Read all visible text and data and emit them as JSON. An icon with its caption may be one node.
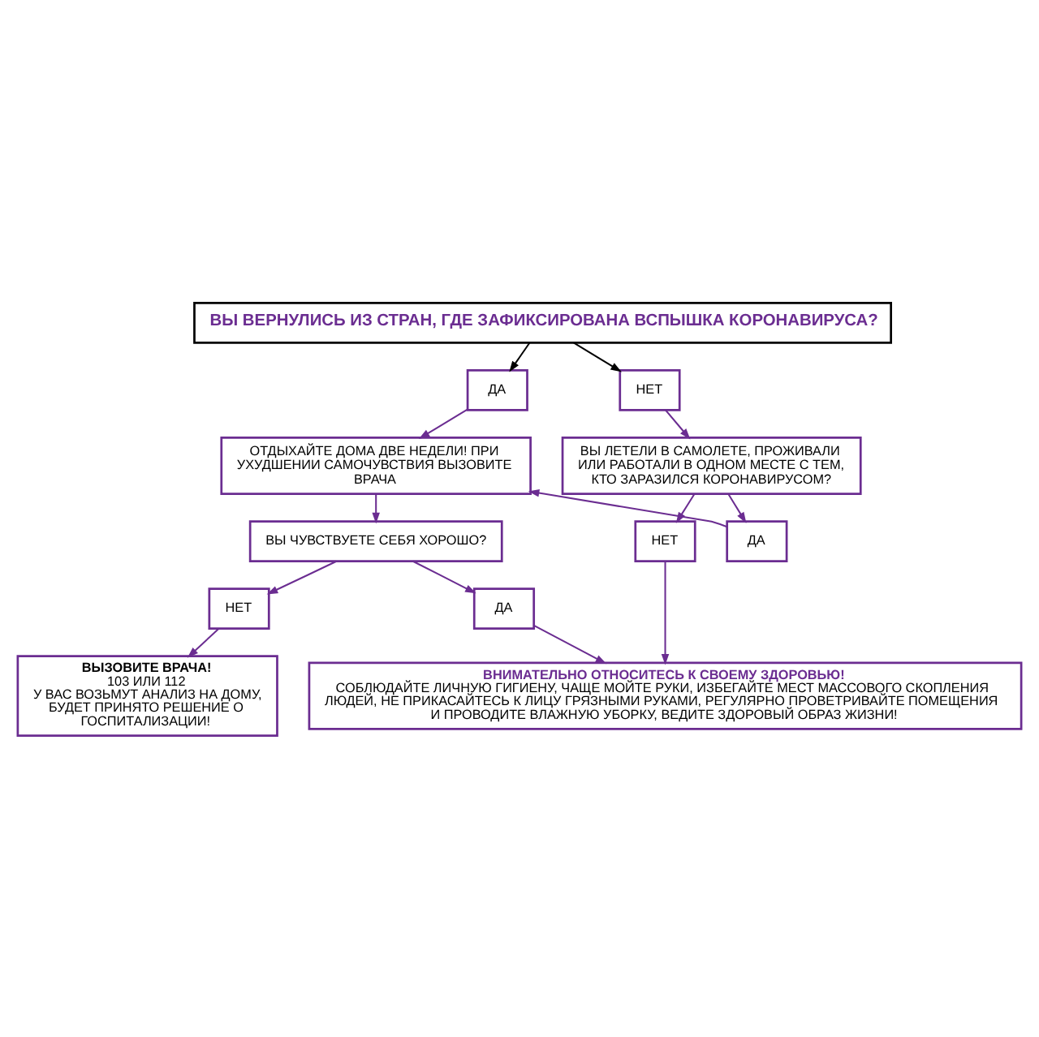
{
  "diagram": {
    "nodes": [
      {
        "text": [
          "ВЫ ВЕРНУЛИСЬ ИЗ СТРАН, ГДЕ ЗАФИКСИРОВАНА ВСПЫШКА КОРОНАВИРУСА?"
        ]
      },
      {
        "text": [
          "ДА"
        ]
      },
      {
        "text": [
          "НЕТ"
        ]
      },
      {
        "text": [
          "ОТДЫХАЙТЕ ДОМА ДВЕ НЕДЕЛИ! ПРИ УХУДШЕНИИ САМОЧУВСТВИЯ ВЫЗОВИТЕ ВРАЧА"
        ]
      },
      {
        "text": [
          "ВЫ ЛЕТЕЛИ В САМОЛЕТЕ, ПРОЖИВАЛИ ИЛИ РАБОТАЛИ В ОДНОМ МЕСТЕ С ТЕМ, КТО ЗАРАЗИЛСЯ КОРОНАВИРУСОМ?"
        ]
      },
      {
        "text": [
          "ВЫ ЧУВСТВУЕТЕ СЕБЯ ХОРОШО?"
        ]
      },
      {
        "text": [
          "ДА"
        ]
      },
      {
        "text": [
          "НЕТ"
        ]
      },
      {
        "text": [
          "ДА"
        ]
      },
      {
        "text": [
          "НЕТ"
        ]
      },
      {
        "text": [
          "ВЫЗОВИТЕ ВРАЧА!",
          "103 ИЛИ 112",
          "У ВАС ВОЗЬМУТ АНАЛИЗ НА ДОМУ, БУДЕТ ПРИНЯТО РЕШЕНИЕ О ГОСПИТАЛИЗАЦИИ!"
        ]
      },
      {
        "text": [
          "ВНИМАТЕЛЬНО ОТНОСИТЕСЬ К СВОЕМУ ЗДОРОВЬЮ!",
          "СОБЛЮДАЙТЕ ЛИЧНУЮ ГИГИЕНУ, ЧАЩЕ МОЙТЕ РУКИ, ИЗБЕГАЙТЕ МЕСТ МАССОВОГО СКОПЛЕНИЯ ЛЮДЕЙ, НЕ ПРИКАСАЙТЕСЬ К ЛИЦУ ГРЯЗНЫМИ РУКАМИ, РЕГУЛЯРНО ПРОВЕТРИВАЙТЕ ПОМЕЩЕНИЯ И ПРОВОДИТЕ ВЛАЖНУЮ УБОРКУ, ВЕДИТЕ ЗДОРОВЫЙ ОБРАЗ ЖИЗНИ!"
        ]
      }
    ],
    "edges": [
      {
        "from": 0,
        "to": 1,
        "arrow": "to",
        "color": "#000000"
      },
      {
        "from": 0,
        "to": 2,
        "arrow": "to",
        "color": "#000000"
      },
      {
        "from": 1,
        "to": 3,
        "arrow": "to"
      },
      {
        "from": 2,
        "to": 4,
        "arrow": "to"
      },
      {
        "from": 3,
        "to": 5,
        "arrow": "to"
      },
      {
        "from": 4,
        "to": 6,
        "arrow": "to"
      },
      {
        "from": 4,
        "to": 7,
        "arrow": "to"
      },
      {
        "from": 6,
        "to": 3,
        "arrow": "to"
      },
      {
        "from": 5,
        "to": 8,
        "arrow": "to"
      },
      {
        "from": 5,
        "to": 9,
        "arrow": "to"
      },
      {
        "from": 9,
        "to": 10,
        "arrow": "to"
      },
      {
        "from": 8,
        "to": 11,
        "arrow": "to"
      },
      {
        "from": 7,
        "to": 11,
        "arrow": "to"
      }
    ]
  }
}
